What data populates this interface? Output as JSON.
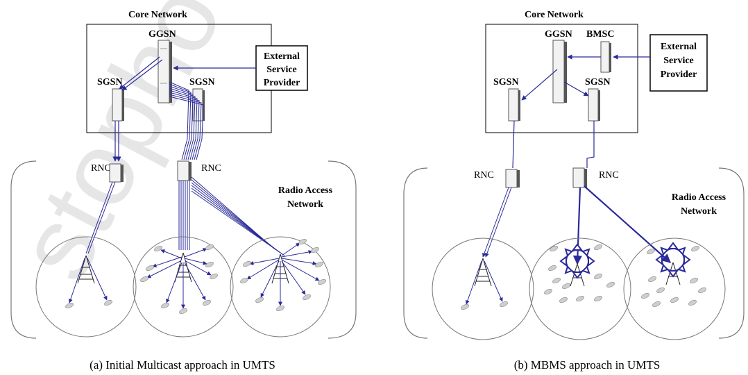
{
  "watermark": "stopho",
  "panel_a": {
    "core_title": "Core Network",
    "ggsn": "GGSN",
    "sgsn_left": "SGSN",
    "sgsn_right": "SGSN",
    "ext_line1": "External",
    "ext_line2": "Service",
    "ext_line3": "Provider",
    "rnc_left": "RNC",
    "rnc_right": "RNC",
    "ran_line1": "Radio Access",
    "ran_line2": "Network",
    "caption": "(a) Initial Multicast approach in UMTS"
  },
  "panel_b": {
    "core_title": "Core Network",
    "ggsn": "GGSN",
    "bmsc": "BMSC",
    "sgsn_left": "SGSN",
    "sgsn_right": "SGSN",
    "ext_line1": "External",
    "ext_line2": "Service",
    "ext_line3": "Provider",
    "rnc_left": "RNC",
    "rnc_right": "RNC",
    "ran_line1": "Radio Access",
    "ran_line2": "Network",
    "caption": "(b) MBMS approach in UMTS"
  },
  "colors": {
    "link": "#2a2a9a",
    "outline": "#000000",
    "cell": "#777777",
    "bracket": "#777777"
  }
}
